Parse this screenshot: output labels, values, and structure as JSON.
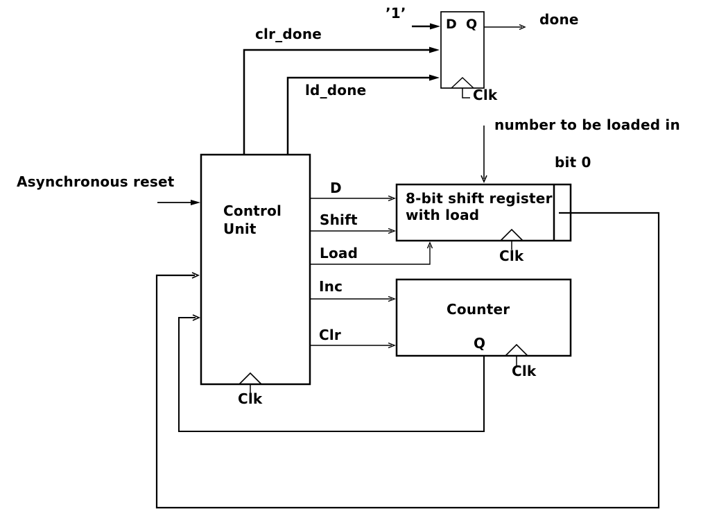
{
  "diagram": {
    "type": "digital-logic-block-diagram",
    "background_color": "#ffffff",
    "line_color": "#000000",
    "labels": {
      "const_one": "’1’",
      "done": "done",
      "clr_done": "clr_done",
      "ld_done": "ld_done",
      "ff_d": "D",
      "ff_q": "Q",
      "clk": "Clk",
      "number_in": "number to be loaded in",
      "bit0": "bit 0",
      "async_reset": "Asynchronous reset",
      "control_unit_line1": "Control",
      "control_unit_line2": "Unit",
      "sig_d": "D",
      "sig_shift": "Shift",
      "sig_load": "Load",
      "sig_inc": "Inc",
      "sig_clr": "Clr",
      "shift_register_line1": "8-bit shift register",
      "shift_register_line2": "with load",
      "counter": "Counter",
      "counter_q": "Q"
    }
  }
}
